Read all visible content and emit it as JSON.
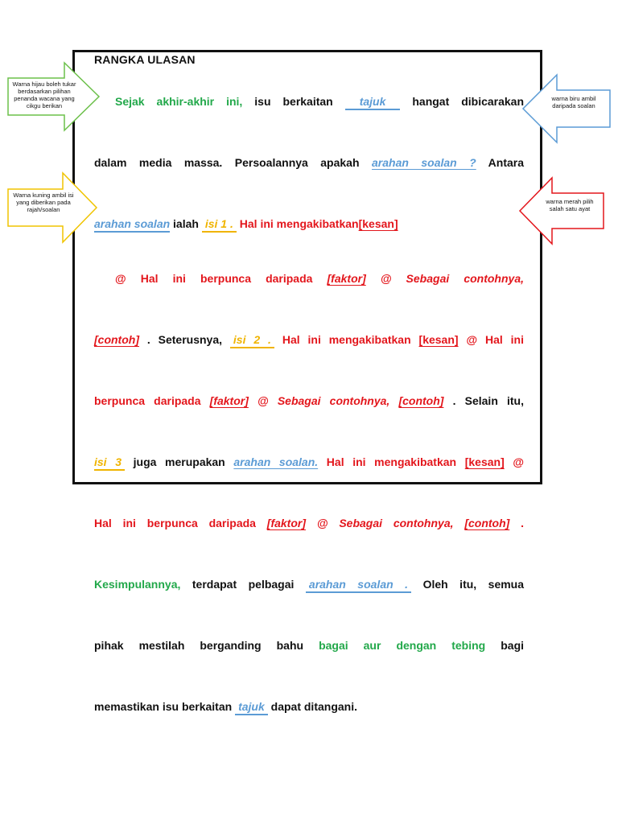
{
  "title": "RANGKA ULASAN",
  "notes": {
    "green": "Warna hijau boleh tukar berdasarkan pilihan penanda wacana yang cikgu berikan",
    "blue": "warna biru ambil daripada soalan",
    "yellow": "Warna kuning ambil isi yang diberikan pada rajah/soalan",
    "red": "warna merah pilih salah satu ayat"
  },
  "colors": {
    "green": "#22a84a",
    "blue": "#5b9bd5",
    "yellow": "#f0b400",
    "red": "#e3161c"
  },
  "l1": {
    "a": "Sejak akhir-akhir ini,",
    "b": "isu berkaitan",
    "c": "tajuk",
    "d": "hangat dibicarakan"
  },
  "l2": {
    "a": "dalam media massa. Persoalannya apakah",
    "b": "arahan soalan ?",
    "c": "Antara"
  },
  "l3": {
    "a": "arahan soalan",
    "b": "ialah",
    "c": "isi 1 .",
    "d": "Hal ini mengakibatkan",
    "e": "[kesan]"
  },
  "l4": {
    "a": "@ Hal ini berpunca daripada",
    "b": "[faktor]",
    "c": "@ Sebagai contohnya,"
  },
  "l5": {
    "a": "[contoh]",
    "b": ". Seterusnya,",
    "c": "isi 2 .",
    "d": "Hal ini mengakibatkan",
    "e": "[kesan]",
    "f": "@ Hal ini"
  },
  "l6": {
    "a": "berpunca daripada",
    "b": "[faktor]",
    "c": "@ Sebagai contohnya,",
    "d": "[contoh]",
    "e": ". Selain itu,"
  },
  "l7": {
    "a": "isi 3",
    "b": "juga merupakan",
    "c": "arahan soalan.",
    "d": "Hal ini mengakibatkan",
    "e": "[kesan]",
    "f": "@"
  },
  "l8": {
    "a": "Hal ini berpunca daripada",
    "b": "[faktor]",
    "c": "@ Sebagai contohnya,",
    "d": "[contoh]",
    "e": "."
  },
  "l9": {
    "a": "Kesimpulannya,",
    "b": "terdapat pelbagai",
    "c": "arahan soalan .",
    "d": "Oleh itu, semua"
  },
  "l10": {
    "a": "pihak mestilah berganding bahu",
    "b": "bagai aur dengan tebing",
    "c": "bagi"
  },
  "l11": {
    "a": "memastikan isu berkaitan",
    "b": "tajuk",
    "c": "dapat ditangani."
  }
}
